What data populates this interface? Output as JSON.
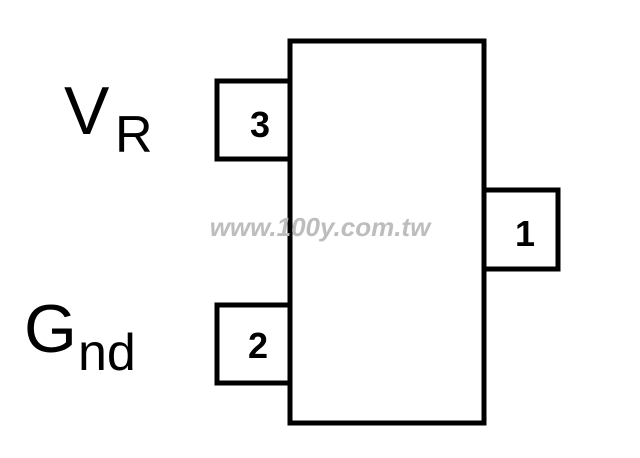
{
  "pins": {
    "pin1": "1",
    "pin2": "2",
    "pin3": "3"
  },
  "labels": {
    "vr_main": "V",
    "vr_sub": "R",
    "gnd_main": "G",
    "gnd_sub": "nd"
  },
  "watermark": "www.100y.com.tw",
  "colors": {
    "stroke": "#000000",
    "background": "#ffffff",
    "watermark": "#bdbdbd"
  }
}
